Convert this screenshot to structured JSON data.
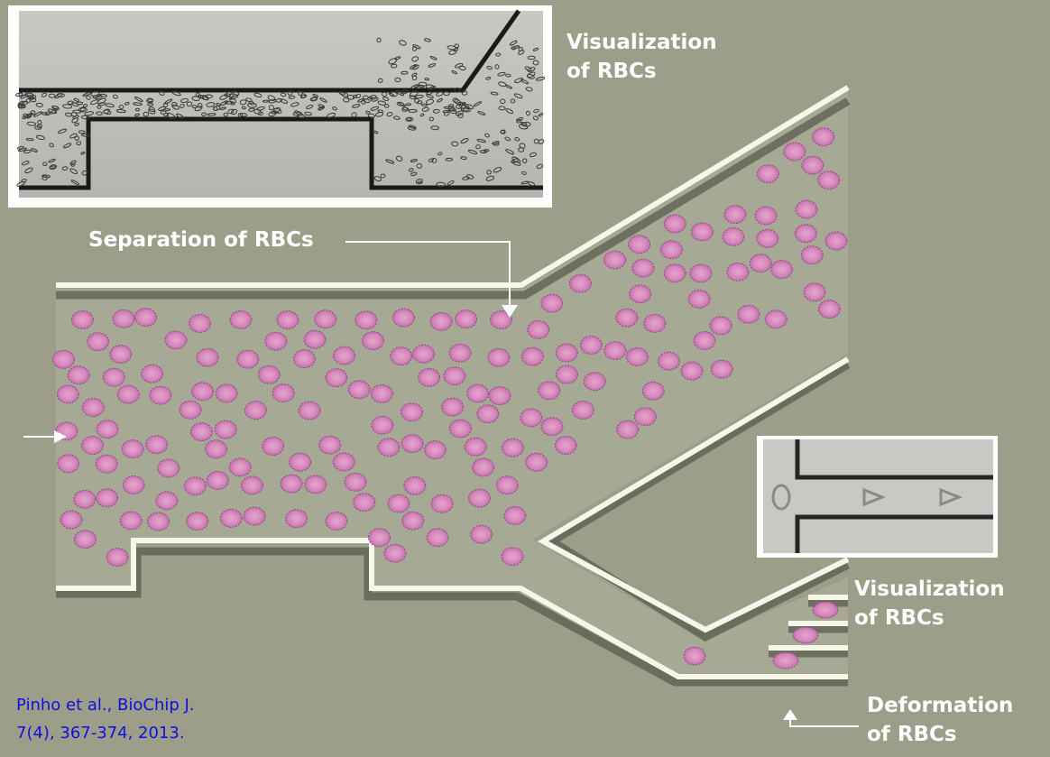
{
  "labels": {
    "visualization_top": [
      "Visualization",
      "of RBCs"
    ],
    "separation": "Separation of RBCs",
    "visualization_bottom": [
      "Visualization",
      "of RBCs"
    ],
    "deformation": [
      "Deformation",
      "of RBCs"
    ]
  },
  "citation": [
    "Pinho et al., BioChip J.",
    "7(4), 367-374, 2013."
  ],
  "colors": {
    "background": "#9c9e8a",
    "channel_fill": "#a5a893",
    "wall": "#f6f6ea",
    "wall_shadow": "#56574c",
    "rbc_fill": "#d689bc",
    "rbc_edge": "#9a4a88",
    "label_text": "#ffffff",
    "citation_text": "#1010dd"
  }
}
